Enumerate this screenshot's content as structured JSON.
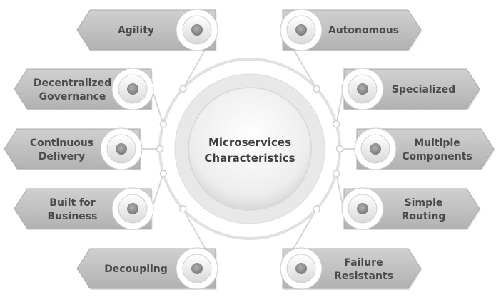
{
  "center": {
    "line1": "Microservices",
    "line2": "Characteristics"
  },
  "left_items": [
    {
      "line1": "Agility",
      "line2": ""
    },
    {
      "line1": "Decentralized",
      "line2": "Governance"
    },
    {
      "line1": "Continuous",
      "line2": "Delivery"
    },
    {
      "line1": "Built for",
      "line2": "Business"
    },
    {
      "line1": "Decoupling",
      "line2": ""
    }
  ],
  "right_items": [
    {
      "line1": "Autonomous",
      "line2": ""
    },
    {
      "line1": "Specialized",
      "line2": ""
    },
    {
      "line1": "Multiple",
      "line2": "Components"
    },
    {
      "line1": "Simple",
      "line2": "Routing"
    },
    {
      "line1": "Failure",
      "line2": "Resistants"
    }
  ]
}
